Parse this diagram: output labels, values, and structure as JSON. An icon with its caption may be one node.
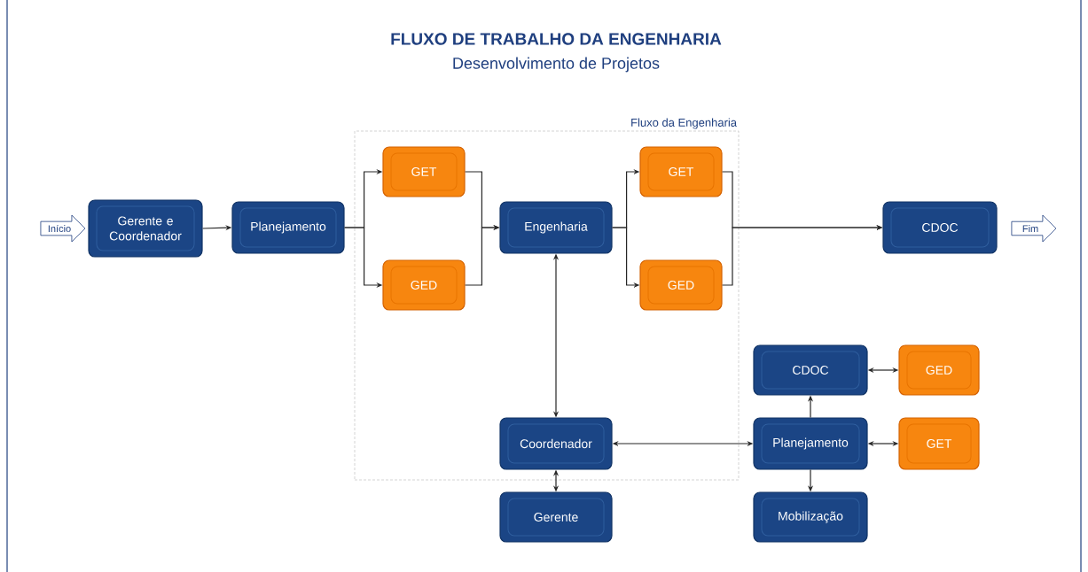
{
  "diagram": {
    "title": "FLUXO DE TRABALHO DA ENGENHARIA",
    "nodes": [
      {
        "text": [
          "Fluxo da Engenharia"
        ]
      },
      {
        "text": [
          "Início"
        ]
      },
      {
        "text": [
          "Gerente e Coordenador"
        ]
      },
      {
        "text": [
          "Planejamento"
        ]
      },
      {
        "text": [
          "GET"
        ],
        "in": 0
      },
      {
        "text": [
          "GED"
        ],
        "in": 0
      },
      {
        "text": [
          "Engenharia"
        ],
        "in": 0
      },
      {
        "text": [
          "GET"
        ],
        "in": 0
      },
      {
        "text": [
          "GED"
        ],
        "in": 0
      },
      {
        "text": [
          "CDOC"
        ]
      },
      {
        "text": [
          "Fim"
        ]
      },
      {
        "text": [
          "CDOC"
        ]
      },
      {
        "text": [
          "GED"
        ]
      },
      {
        "text": [
          "Coordenador"
        ],
        "in": 0
      },
      {
        "text": [
          "Planejamento"
        ]
      },
      {
        "text": [
          "GET"
        ]
      },
      {
        "text": [
          "Gerente"
        ]
      },
      {
        "text": [
          "Mobilização"
        ]
      }
    ],
    "edges": [
      {
        "from": 2,
        "to": 3,
        "arrow": "to"
      },
      {
        "from": 3,
        "to": 4,
        "arrow": "to"
      },
      {
        "from": 3,
        "to": 5,
        "arrow": "to"
      },
      {
        "from": 4,
        "to": 6,
        "arrow": "to"
      },
      {
        "from": 5,
        "to": 6,
        "arrow": "to"
      },
      {
        "from": 6,
        "to": 7,
        "arrow": "to"
      },
      {
        "from": 6,
        "to": 8,
        "arrow": "to"
      },
      {
        "from": 7,
        "to": 9,
        "arrow": "to"
      },
      {
        "from": 8,
        "to": 9,
        "arrow": "to"
      },
      {
        "from": 6,
        "to": 13,
        "arrow": "both"
      },
      {
        "from": 11,
        "to": 12,
        "arrow": "both"
      },
      {
        "from": 14,
        "to": 11,
        "arrow": "to"
      },
      {
        "from": 13,
        "to": 14,
        "arrow": "both"
      },
      {
        "from": 14,
        "to": 15,
        "arrow": "both"
      },
      {
        "from": 13,
        "to": 16,
        "arrow": "both"
      },
      {
        "from": 14,
        "to": 17,
        "arrow": "to"
      }
    ],
    "labels": [
      "Desenvolvimento de Projetos"
    ]
  }
}
